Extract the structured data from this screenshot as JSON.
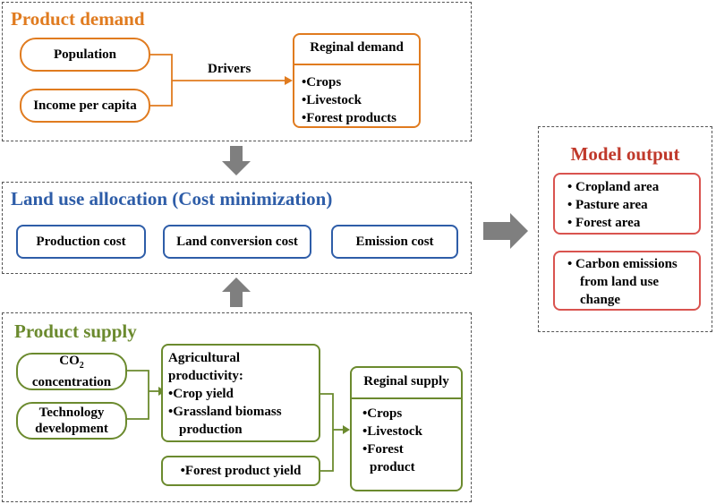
{
  "demand": {
    "title": "Product demand",
    "population": "Population",
    "income": "Income per capita",
    "drivers": "Drivers",
    "regional_title": "Reginal demand",
    "regional_items": [
      "•Crops",
      "•Livestock",
      "•Forest products"
    ]
  },
  "allocation": {
    "title": "Land use allocation (Cost minimization)",
    "production_cost": "Production cost",
    "land_conversion_cost": "Land conversion cost",
    "emission_cost": "Emission cost"
  },
  "supply": {
    "title": "Product supply",
    "co2_line1": "CO",
    "co2_sub": "2",
    "co2_line2": "concentration",
    "tech_line1": "Technology",
    "tech_line2": "development",
    "agri_lines": [
      "Agricultural",
      "productivity:",
      "•Crop yield",
      "•Grassland biomass",
      "production"
    ],
    "forest_yield": "•Forest product yield",
    "regional_title": "Reginal supply",
    "regional_items": [
      "•Crops",
      "•Livestock",
      "•Forest",
      "product"
    ]
  },
  "output": {
    "title": "Model output",
    "area_items": [
      "•  Cropland area",
      "•  Pasture area",
      "•  Forest area"
    ],
    "carbon_lines": [
      "•  Carbon emissions",
      "from land use",
      "change"
    ]
  },
  "colors": {
    "demand": "#e07b1f",
    "allocation": "#2e5da8",
    "supply": "#6b8a2e",
    "output": "#c0392b",
    "arrow": "#7f7f7f"
  }
}
